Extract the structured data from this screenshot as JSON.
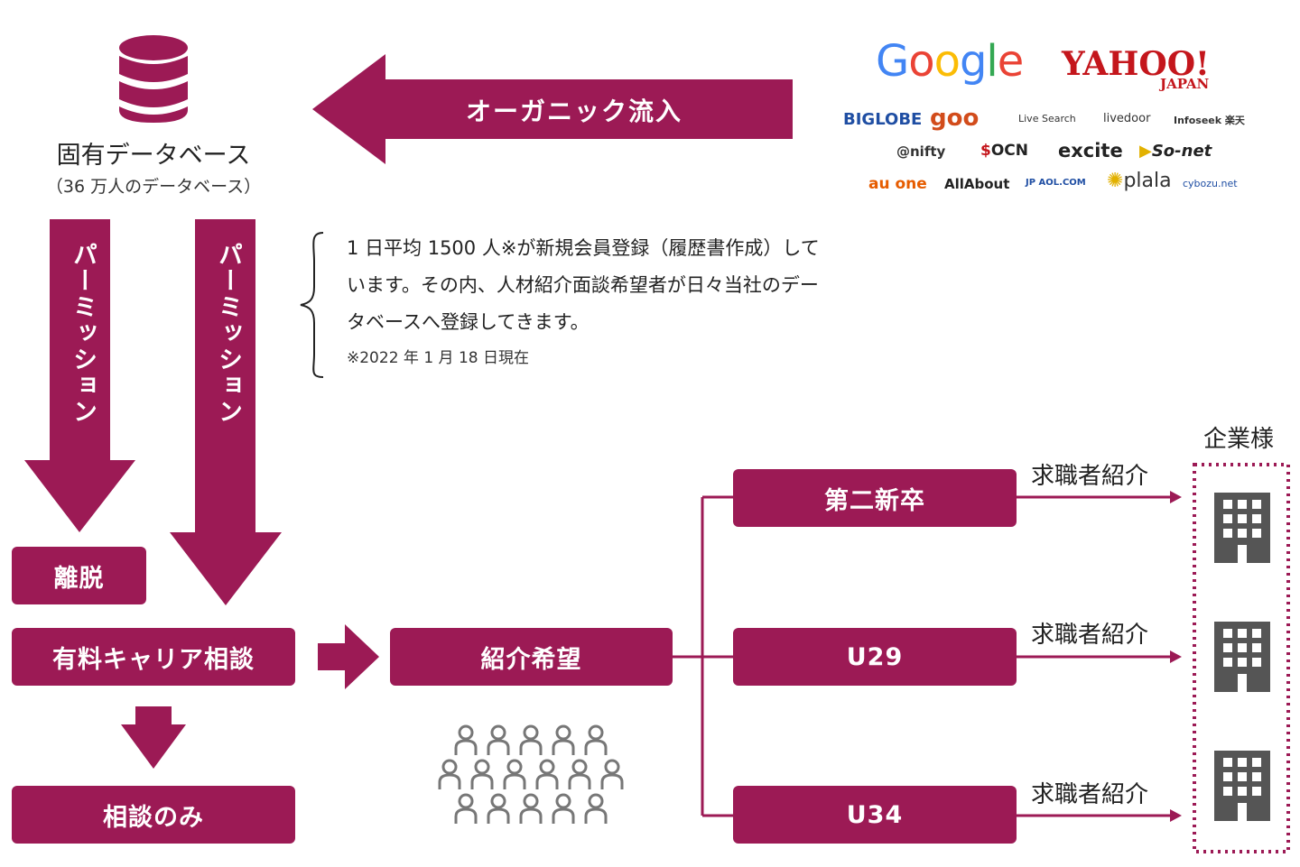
{
  "database": {
    "icon": "database-icon",
    "title": "固有データベース",
    "subtitle": "（36 万人のデータベース）"
  },
  "organic_arrow": {
    "label": "オーガニック流入"
  },
  "search_engines": {
    "logos": [
      "Google",
      "YAHOO!",
      "JAPAN",
      "BIGLOBE",
      "goo",
      "Live Search",
      "livedoor",
      "Infoseek 楽天",
      "@nifty",
      "OCN",
      "excite",
      "So-net",
      "au one",
      "AllAbout",
      "JP AOL.COM",
      "plala",
      "cybozu.net"
    ]
  },
  "note": {
    "lines": [
      "1 日平均 1500 人※が新規会員登録（履歴書作成）して",
      "います。その内、人材紹介面談希望者が日々当社のデー",
      "タベースへ登録してきます。"
    ],
    "footnote": "※2022 年 1 月 18 日現在"
  },
  "permission_arrows": {
    "left_label": "パーミッション",
    "right_label": "パーミッション"
  },
  "boxes": {
    "churn": "離脱",
    "paid_consult": "有料キャリア相談",
    "consult_only": "相談のみ",
    "referral_wish": "紹介希望",
    "second_new_grad": "第二新卒",
    "u29": "U29",
    "u34": "U34"
  },
  "introductions": [
    "求職者紹介",
    "求職者紹介",
    "求職者紹介"
  ],
  "clients": {
    "title": "企業様",
    "building_icons": [
      "building-icon",
      "building-icon",
      "building-icon"
    ]
  },
  "people": {
    "icon": "person-icon",
    "rows": [
      5,
      6,
      5
    ]
  },
  "colors": {
    "accent": "#9c1a55",
    "building": "#555555",
    "person": "#777777"
  }
}
